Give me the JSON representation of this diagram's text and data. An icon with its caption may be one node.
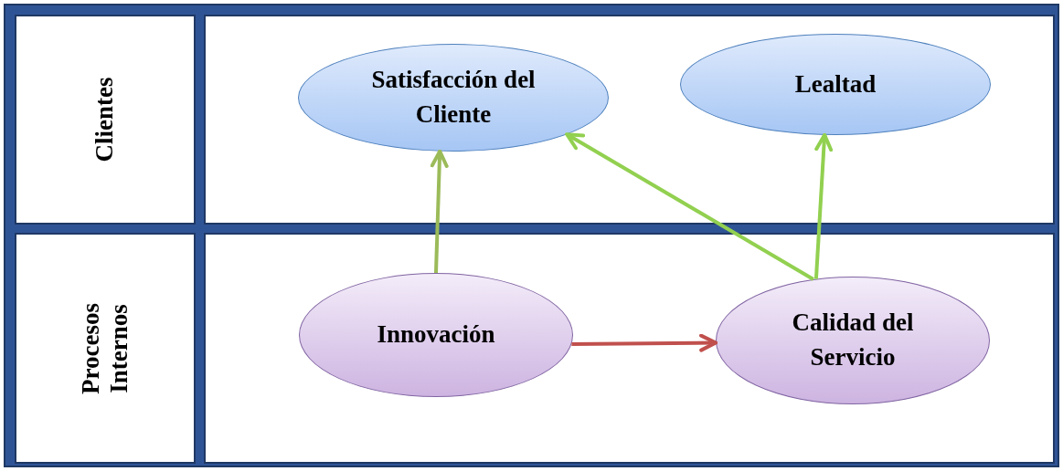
{
  "diagram": {
    "nodes": [
      {
        "text": [
          "Clientes"
        ]
      },
      {
        "text": [],
        "shape": "box"
      },
      {
        "text": [
          "Satisfacción del Cliente"
        ],
        "in": 1
      },
      {
        "text": [
          "Lealtad"
        ],
        "in": 1
      },
      {
        "text": [
          "Procesos Internos"
        ]
      },
      {
        "text": [],
        "shape": "box"
      },
      {
        "text": [
          "Innovación"
        ],
        "in": 5
      },
      {
        "text": [
          "Calidad del Servicio"
        ],
        "in": 5
      }
    ],
    "edges": [
      {
        "from": 6,
        "to": 2,
        "arrow": "to",
        "color": "#9bbb59"
      },
      {
        "from": 7,
        "to": 2,
        "arrow": "to"
      },
      {
        "from": 7,
        "to": 3,
        "arrow": "to"
      },
      {
        "from": 6,
        "to": 7,
        "arrow": "to",
        "color": "#c0504d"
      }
    ]
  }
}
